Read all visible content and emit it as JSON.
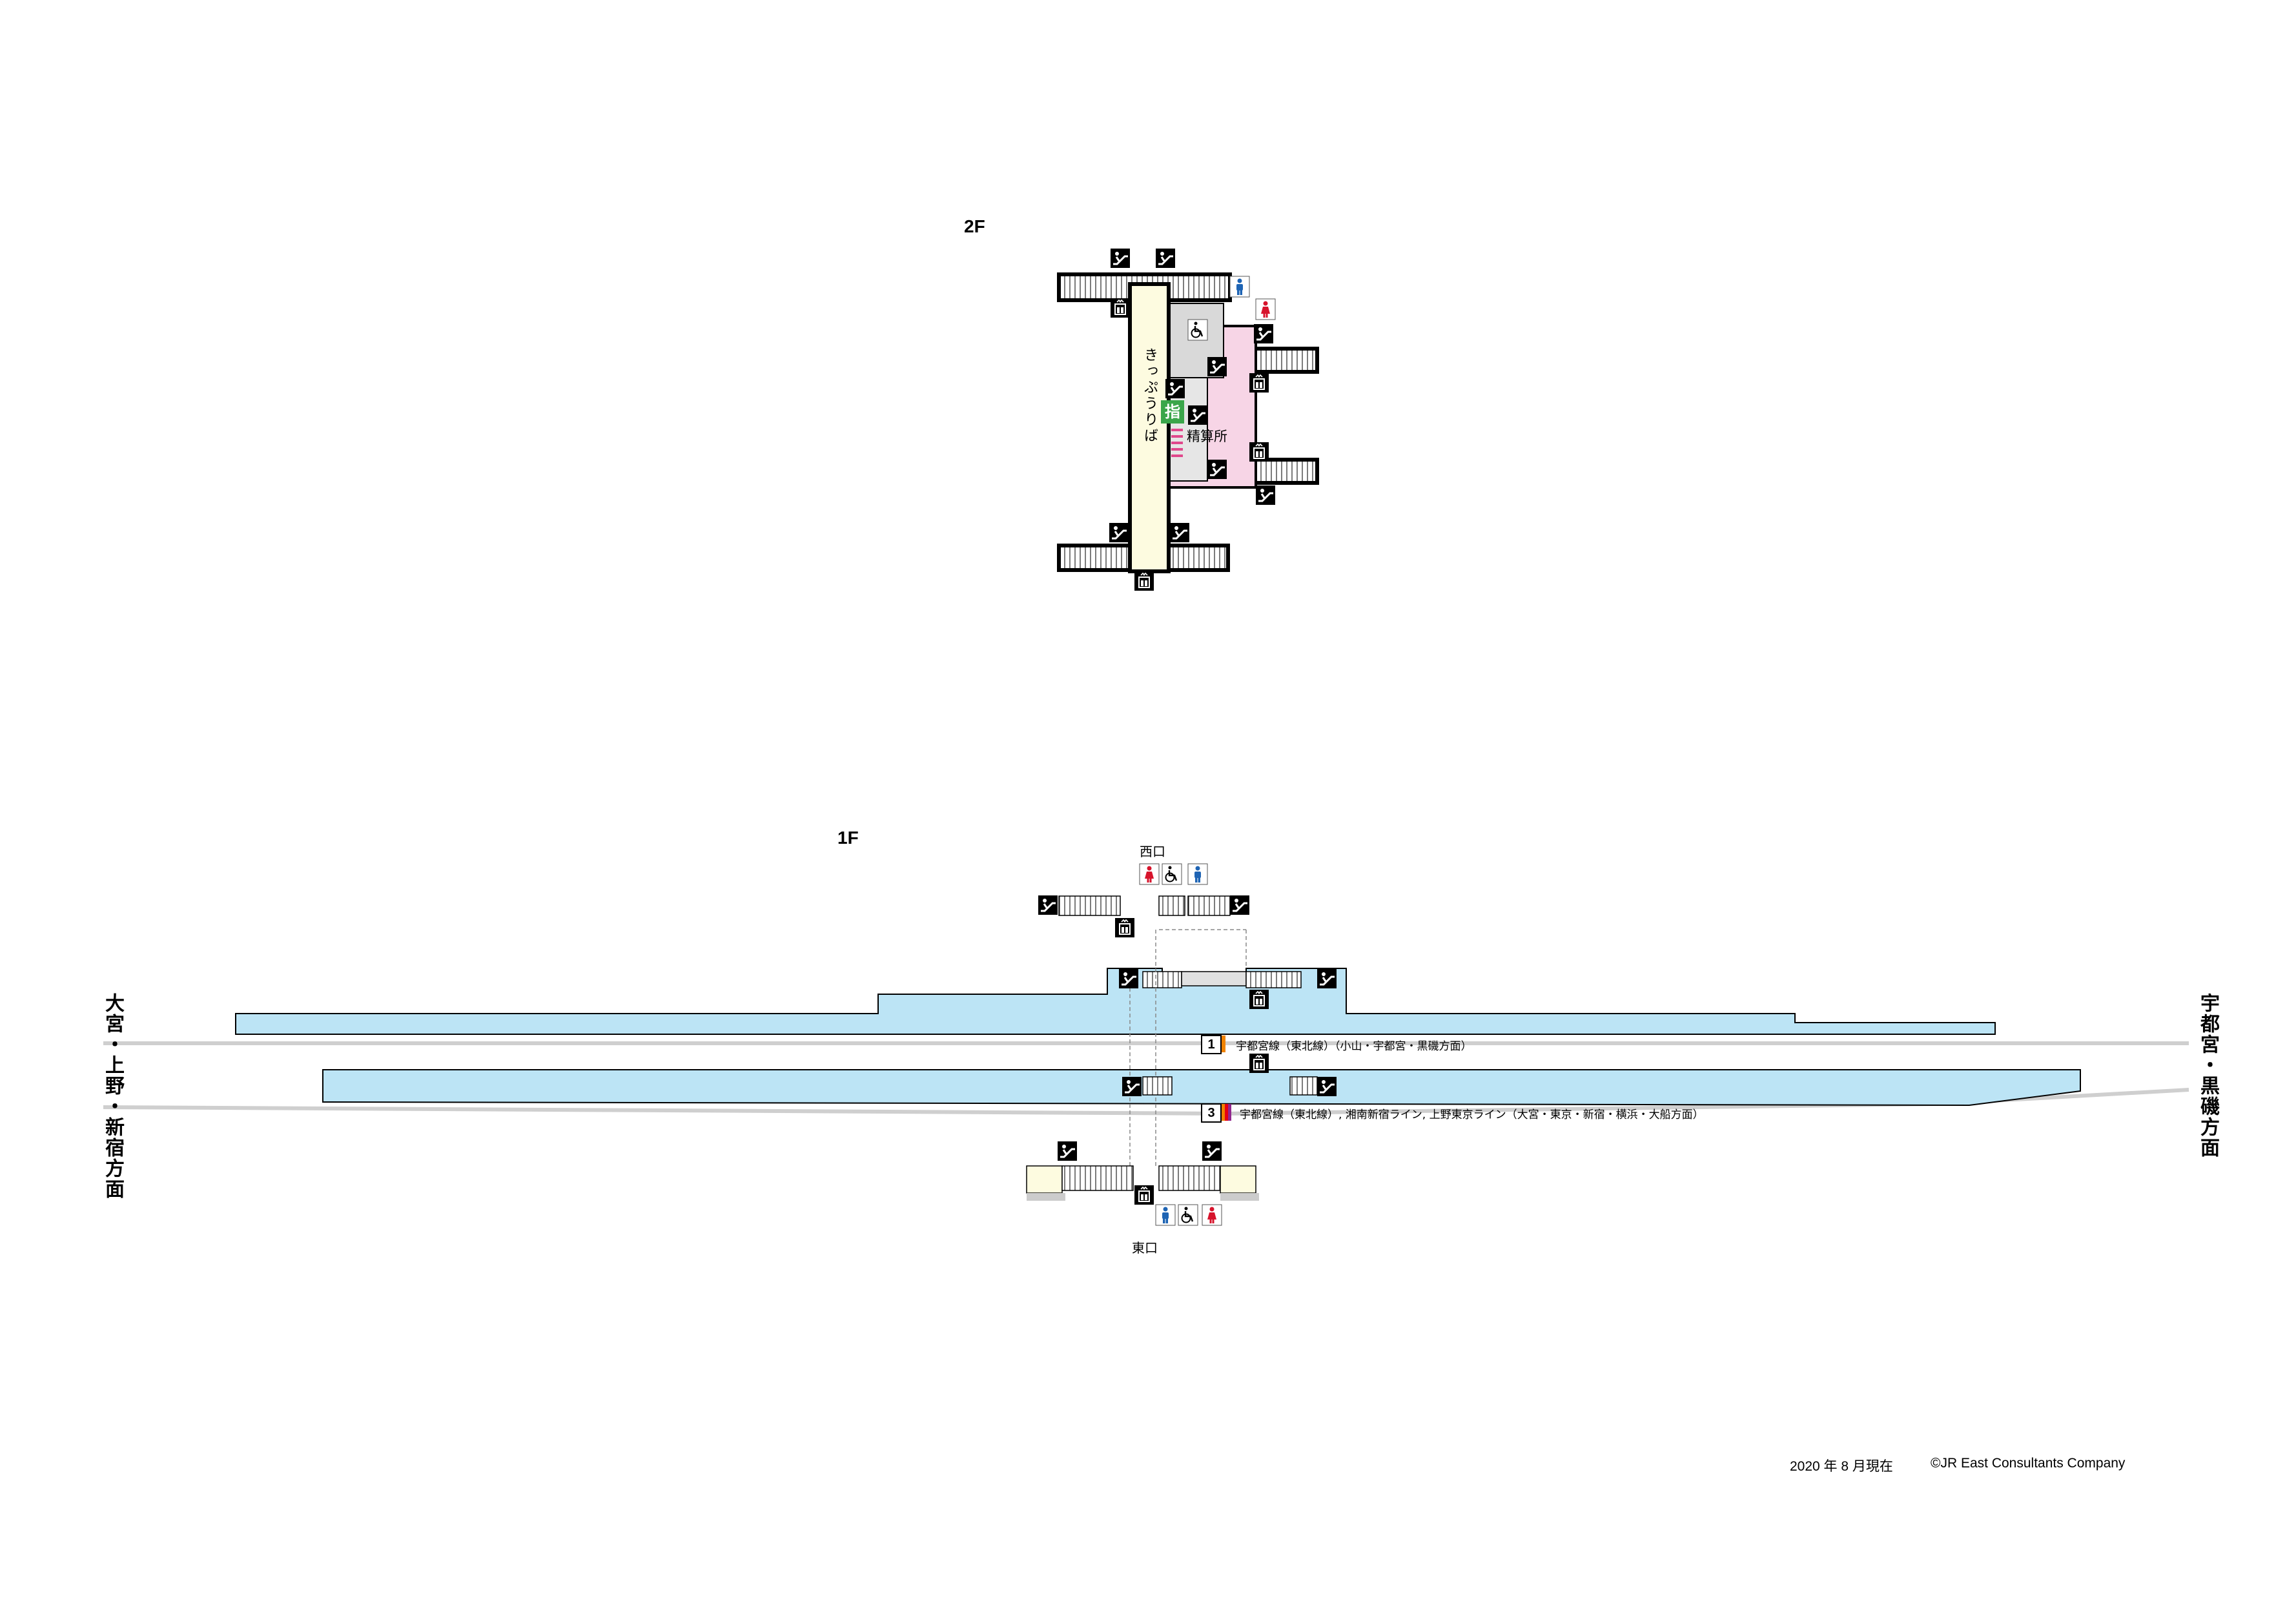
{
  "floors": {
    "upper": {
      "label": "2F"
    },
    "lower": {
      "label": "1F"
    }
  },
  "directions": {
    "left": "大宮・上野・新宿方面",
    "right": "宇都宮・黒磯方面"
  },
  "exits": {
    "west": "西口",
    "east": "東口"
  },
  "platforms": [
    {
      "number": "1",
      "line_text": "宇都宮線（東北線）（小山・宇都宮・黒磯方面）",
      "line_colors": [
        "#f08300"
      ]
    },
    {
      "number": "3",
      "line_text": "宇都宮線（東北線）, 湘南新宿ライン, 上野東京ライン（大宮・東京・新宿・横浜・大船方面）",
      "line_colors": [
        "#f08300",
        "#e60012",
        "#91278e"
      ]
    }
  ],
  "concourse": {
    "walkway_label": "きっぷうりば",
    "fare_adjustment_label": "精算所",
    "reserved_ticket_glyph": "指"
  },
  "icons": {
    "stairs": "stairs-icon",
    "escalator": "escalator-icon",
    "elevator": "elevator-icon",
    "toilet_men": "toilet-men-icon",
    "toilet_women": "toilet-women-icon",
    "accessible_toilet": "accessible-toilet-icon"
  },
  "colors": {
    "platform": "#bce4f5",
    "walkway": "#fdfbe0",
    "paid_area": "#f7d5e6",
    "facility": "#d9d9d9",
    "track": "#cfcfcf",
    "toilet_men": "#1e64b4",
    "toilet_women": "#d7142c"
  },
  "footer": {
    "date": "2020 年 8 月現在",
    "copyright": "©JR East Consultants Company"
  }
}
